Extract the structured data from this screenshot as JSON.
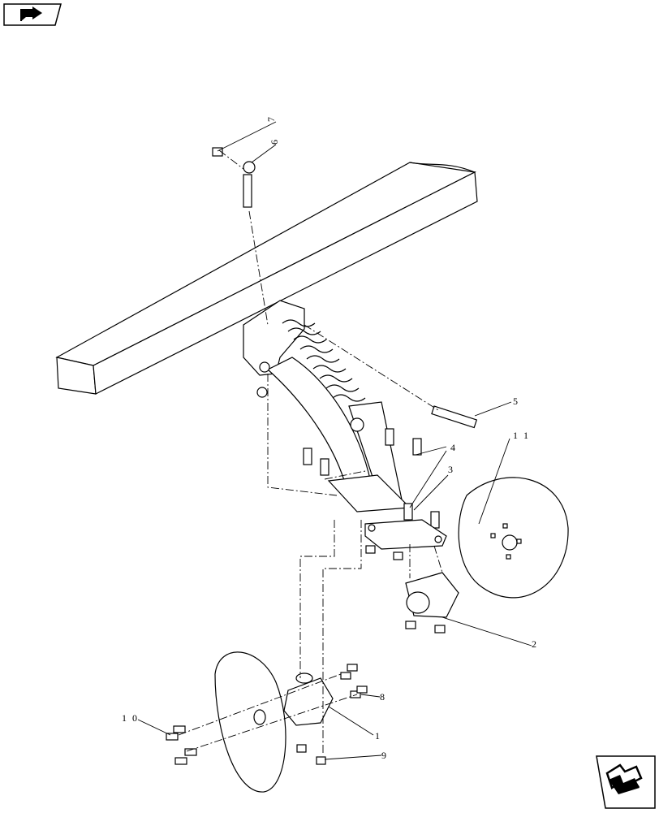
{
  "diagram": {
    "callouts": [
      {
        "id": "1",
        "label": "1"
      },
      {
        "id": "2",
        "label": "2"
      },
      {
        "id": "3",
        "label": "3"
      },
      {
        "id": "4",
        "label": "4"
      },
      {
        "id": "5",
        "label": "5"
      },
      {
        "id": "6",
        "label": "6"
      },
      {
        "id": "7",
        "label": "7"
      },
      {
        "id": "8",
        "label": "8"
      },
      {
        "id": "9",
        "label": "9"
      },
      {
        "id": "10",
        "label": "1 0"
      },
      {
        "id": "11",
        "label": "1 1"
      }
    ]
  },
  "navigation": {
    "prev_icon": "previous-page-arrow-icon",
    "next_icon": "next-page-arrow-icon"
  }
}
